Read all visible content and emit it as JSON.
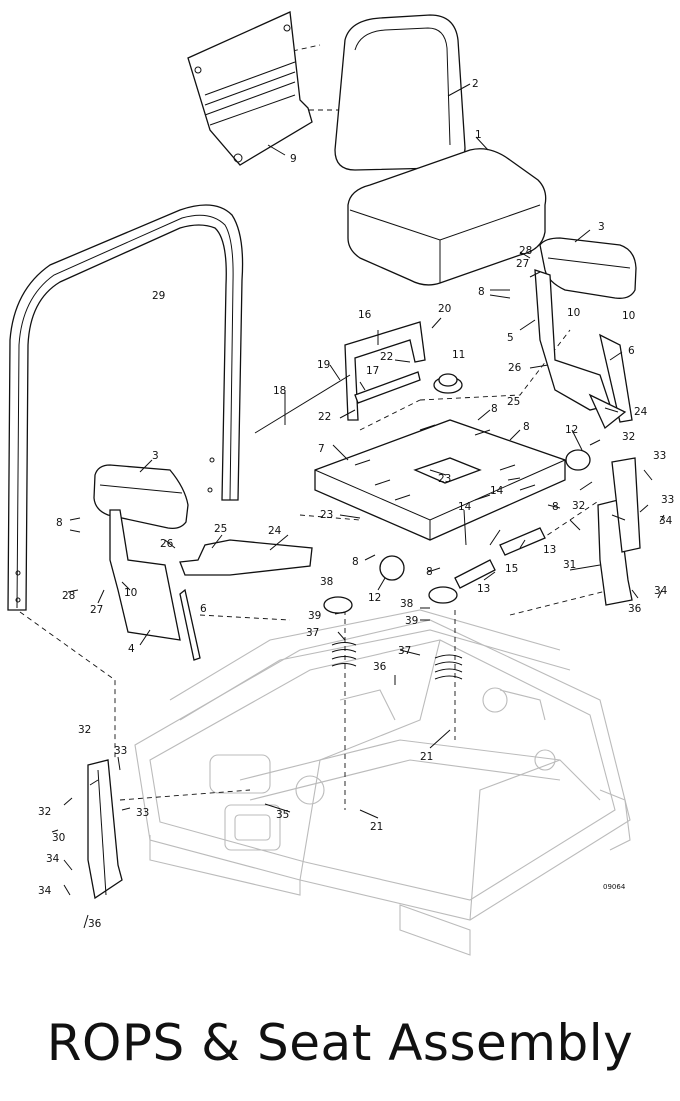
{
  "title": "ROPS & Seat Assembly",
  "drawing_ref": "09064",
  "callouts": [
    {
      "id": "c1",
      "label": "1"
    },
    {
      "id": "c2",
      "label": "2"
    },
    {
      "id": "c3a",
      "label": "3"
    },
    {
      "id": "c3b",
      "label": "3"
    },
    {
      "id": "c4",
      "label": "4"
    },
    {
      "id": "c5",
      "label": "5"
    },
    {
      "id": "c6a",
      "label": "6"
    },
    {
      "id": "c6b",
      "label": "6"
    },
    {
      "id": "c7",
      "label": "7"
    },
    {
      "id": "c8a",
      "label": "8"
    },
    {
      "id": "c8b",
      "label": "8"
    },
    {
      "id": "c8c",
      "label": "8"
    },
    {
      "id": "c8d",
      "label": "8"
    },
    {
      "id": "c8e",
      "label": "8"
    },
    {
      "id": "c8f",
      "label": "8"
    },
    {
      "id": "c8g",
      "label": "8"
    },
    {
      "id": "c9",
      "label": "9"
    },
    {
      "id": "c10a",
      "label": "10"
    },
    {
      "id": "c10b",
      "label": "10"
    },
    {
      "id": "c10c",
      "label": "10"
    },
    {
      "id": "c11",
      "label": "11"
    },
    {
      "id": "c12a",
      "label": "12"
    },
    {
      "id": "c12b",
      "label": "12"
    },
    {
      "id": "c13a",
      "label": "13"
    },
    {
      "id": "c13b",
      "label": "13"
    },
    {
      "id": "c14a",
      "label": "14"
    },
    {
      "id": "c14b",
      "label": "14"
    },
    {
      "id": "c15",
      "label": "15"
    },
    {
      "id": "c16",
      "label": "16"
    },
    {
      "id": "c17",
      "label": "17"
    },
    {
      "id": "c18",
      "label": "18"
    },
    {
      "id": "c19",
      "label": "19"
    },
    {
      "id": "c20",
      "label": "20"
    },
    {
      "id": "c21a",
      "label": "21"
    },
    {
      "id": "c21b",
      "label": "21"
    },
    {
      "id": "c22a",
      "label": "22"
    },
    {
      "id": "c22b",
      "label": "22"
    },
    {
      "id": "c23a",
      "label": "23"
    },
    {
      "id": "c23b",
      "label": "23"
    },
    {
      "id": "c24a",
      "label": "24"
    },
    {
      "id": "c24b",
      "label": "24"
    },
    {
      "id": "c25a",
      "label": "25"
    },
    {
      "id": "c25b",
      "label": "25"
    },
    {
      "id": "c26a",
      "label": "26"
    },
    {
      "id": "c26b",
      "label": "26"
    },
    {
      "id": "c27a",
      "label": "27"
    },
    {
      "id": "c27b",
      "label": "27"
    },
    {
      "id": "c28a",
      "label": "28"
    },
    {
      "id": "c28b",
      "label": "28"
    },
    {
      "id": "c29",
      "label": "29"
    },
    {
      "id": "c30",
      "label": "30"
    },
    {
      "id": "c31",
      "label": "31"
    },
    {
      "id": "c32a",
      "label": "32"
    },
    {
      "id": "c32b",
      "label": "32"
    },
    {
      "id": "c32c",
      "label": "32"
    },
    {
      "id": "c32d",
      "label": "32"
    },
    {
      "id": "c33a",
      "label": "33"
    },
    {
      "id": "c33b",
      "label": "33"
    },
    {
      "id": "c33c",
      "label": "33"
    },
    {
      "id": "c33d",
      "label": "33"
    },
    {
      "id": "c34a",
      "label": "34"
    },
    {
      "id": "c34b",
      "label": "34"
    },
    {
      "id": "c34c",
      "label": "34"
    },
    {
      "id": "c34d",
      "label": "34"
    },
    {
      "id": "c35",
      "label": "35"
    },
    {
      "id": "c36a",
      "label": "36"
    },
    {
      "id": "c36b",
      "label": "36"
    },
    {
      "id": "c36c",
      "label": "36"
    },
    {
      "id": "c37a",
      "label": "37"
    },
    {
      "id": "c37b",
      "label": "37"
    },
    {
      "id": "c38a",
      "label": "38"
    },
    {
      "id": "c38b",
      "label": "38"
    },
    {
      "id": "c39a",
      "label": "39"
    },
    {
      "id": "c39b",
      "label": "39"
    }
  ]
}
